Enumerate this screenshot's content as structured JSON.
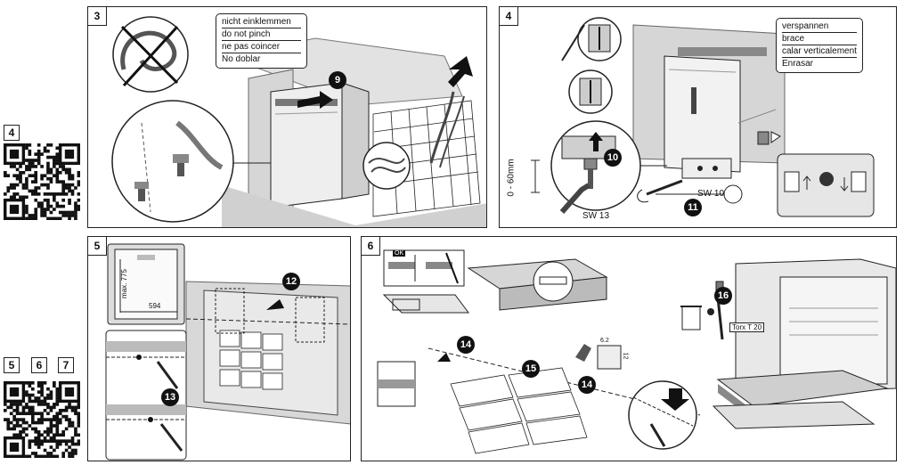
{
  "qr_groups": [
    {
      "labels": [
        "4"
      ]
    },
    {
      "labels": [
        "5",
        "6",
        "7"
      ]
    }
  ],
  "panels": [
    {
      "number": "3",
      "legend": [
        "nicht einklemmen",
        "do not pinch",
        "ne pas coincer",
        "No doblar"
      ],
      "steps": [
        "9"
      ]
    },
    {
      "number": "4",
      "legend": [
        "verspannen",
        "brace",
        "calar verticalement",
        "Enrasar"
      ],
      "steps": [
        "10",
        "11"
      ],
      "labels": {
        "height_range": "0 - 60mm",
        "wrench_13": "SW 13",
        "wrench_10": "SW 10"
      }
    },
    {
      "number": "5",
      "steps": [
        "12",
        "13"
      ],
      "labels": {
        "max_height": "max. 775",
        "width": "594"
      }
    },
    {
      "number": "6",
      "steps": [
        "14",
        "14",
        "15",
        "16"
      ],
      "labels": {
        "torx": "Torx T 20",
        "ok_tag": "OK",
        "dim_a": "6.2",
        "dim_b": "12"
      }
    }
  ],
  "colors": {
    "line": "#222222",
    "cabinet_gray": "#d9d9d9",
    "dark_gray": "#6a6a6a",
    "step_black": "#111111"
  }
}
